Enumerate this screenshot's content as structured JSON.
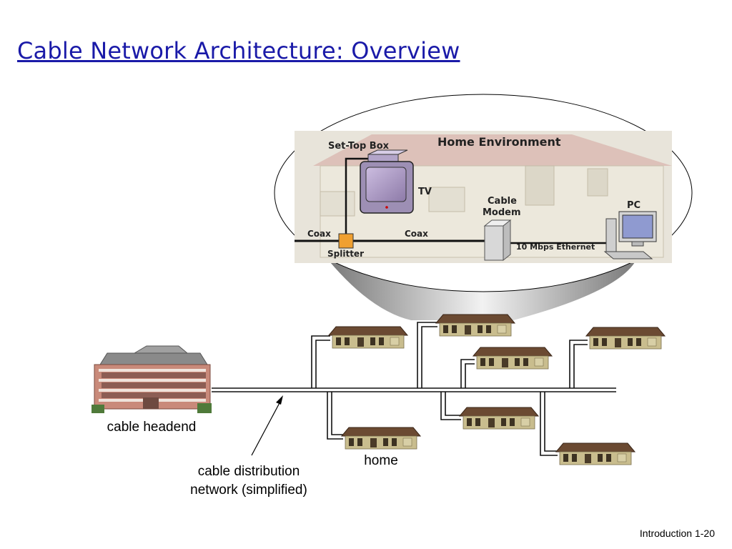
{
  "slide": {
    "title": "Cable Network Architecture: Overview",
    "footer": "Introduction 1-20"
  },
  "home_environment": {
    "title": "Home Environment",
    "set_top_box": "Set-Top Box",
    "tv": "TV",
    "cable_modem_line1": "Cable",
    "cable_modem_line2": "Modem",
    "pc": "PC",
    "coax_left": "Coax",
    "coax_right": "Coax",
    "splitter": "Splitter",
    "ethernet": "10 Mbps Ethernet"
  },
  "labels": {
    "cable_headend": "cable headend",
    "home": "home",
    "distribution_line1": "cable distribution",
    "distribution_line2": "network (simplified)"
  },
  "colors": {
    "title": "#1a1aa8",
    "splitter": "#f0a030",
    "house_roof": "#6b4a32",
    "house_wall": "#c9bd8e",
    "headend_building": "#c98a7a"
  }
}
